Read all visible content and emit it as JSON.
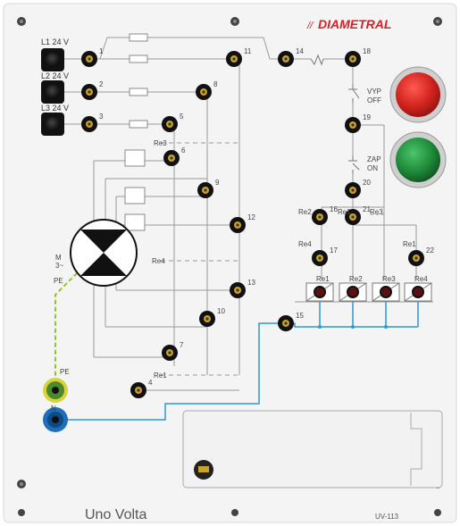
{
  "brand": {
    "name": "DIAMETRAL",
    "color": "#d62027"
  },
  "footer": {
    "product": "Uno Volta",
    "model": "UV-113"
  },
  "inputs": [
    {
      "label": "L1 24 V"
    },
    {
      "label": "L2 24 V"
    },
    {
      "label": "L3 24 V"
    }
  ],
  "nodes": [
    "1",
    "2",
    "3",
    "4",
    "5",
    "6",
    "7",
    "8",
    "9",
    "10",
    "11",
    "12",
    "13",
    "14",
    "15",
    "16",
    "17",
    "18",
    "19",
    "20",
    "21",
    "22"
  ],
  "motor": {
    "label_m": "M",
    "label_3": "3~",
    "label_pe": "PE"
  },
  "earth": {
    "pe": "PE",
    "n": "N"
  },
  "buttons": {
    "off": {
      "line1": "VYP",
      "line2": "OFF",
      "color": "#c8201e"
    },
    "on": {
      "line1": "ZAP",
      "line2": "ON",
      "color": "#1f8a3a"
    }
  },
  "contacts": [
    "Re3",
    "Re4",
    "Re1",
    "Re2",
    "Re1",
    "Re3",
    "Re4",
    "Re1"
  ],
  "relays": [
    {
      "name": "Re1"
    },
    {
      "name": "Re2"
    },
    {
      "name": "Re3"
    },
    {
      "name": "Re4"
    }
  ],
  "colors": {
    "wire": "#9a9a9a",
    "bus": "#2b9ad6",
    "pe": "#8bbd3a"
  }
}
